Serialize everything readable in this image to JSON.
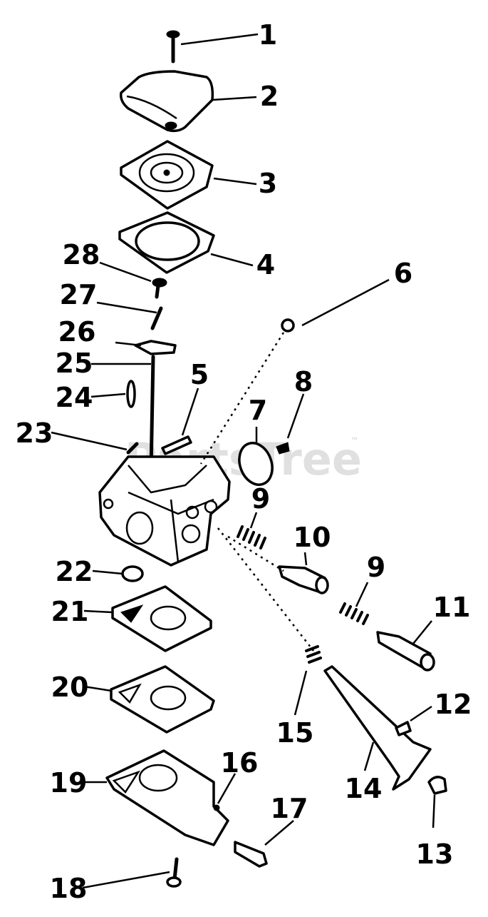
{
  "watermark": {
    "text": "PartsTree",
    "trademark": "™"
  },
  "callouts": [
    "1",
    "2",
    "3",
    "4",
    "5",
    "6",
    "7",
    "8",
    "9",
    "10",
    "9",
    "11",
    "12",
    "13",
    "14",
    "15",
    "16",
    "17",
    "18",
    "19",
    "20",
    "21",
    "22",
    "23",
    "24",
    "25",
    "26",
    "27",
    "28"
  ]
}
